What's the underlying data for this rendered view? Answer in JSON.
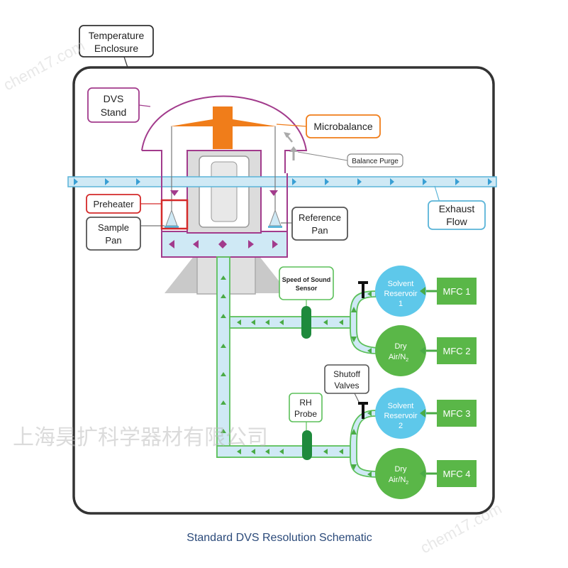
{
  "caption": "Standard DVS Resolution Schematic",
  "watermarks": {
    "company": "上海昊扩科学器材有限公司",
    "site_top": "chem17.com",
    "site_bottom": "chem17.com"
  },
  "labels": {
    "temp_enclosure_1": "Temperature",
    "temp_enclosure_2": "Enclosure",
    "dvs_stand_1": "DVS",
    "dvs_stand_2": "Stand",
    "microbalance": "Microbalance",
    "balance_purge": "Balance Purge",
    "preheater": "Preheater",
    "sample_pan_1": "Sample",
    "sample_pan_2": "Pan",
    "reference_pan_1": "Reference",
    "reference_pan_2": "Pan",
    "exhaust_1": "Exhaust",
    "exhaust_2": "Flow",
    "sos_1": "Speed of Sound",
    "sos_2": "Sensor",
    "shutoff_1": "Shutoff",
    "shutoff_2": "Valves",
    "rh_1": "RH",
    "rh_2": "Probe",
    "solvent1_1": "Solvent",
    "solvent1_2": "Reservoir",
    "solvent1_3": "1",
    "solvent2_1": "Solvent",
    "solvent2_2": "Reservoir",
    "solvent2_3": "2",
    "dry_1": "Dry",
    "dry_2": "Air/N",
    "dry_sub": "2",
    "mfc1": "MFC 1",
    "mfc2": "MFC 2",
    "mfc3": "MFC 3",
    "mfc4": "MFC 4"
  },
  "colors": {
    "enclosure": "#333333",
    "stand": "#a23b8c",
    "microbalance": "#f07d1a",
    "preheater": "#d42a2a",
    "tube_fill": "#cfe9f5",
    "tube_stroke": "#5ab4d8",
    "flow_arrow": "#3a9fd4",
    "green_stroke": "#5cc05a",
    "green_arrow": "#4aab46",
    "solvent": "#5ec8ea",
    "mfc": "#5ab748",
    "dry_air": "#5ab748",
    "probe": "#1e8a3c",
    "caption": "#2b4a7a"
  }
}
